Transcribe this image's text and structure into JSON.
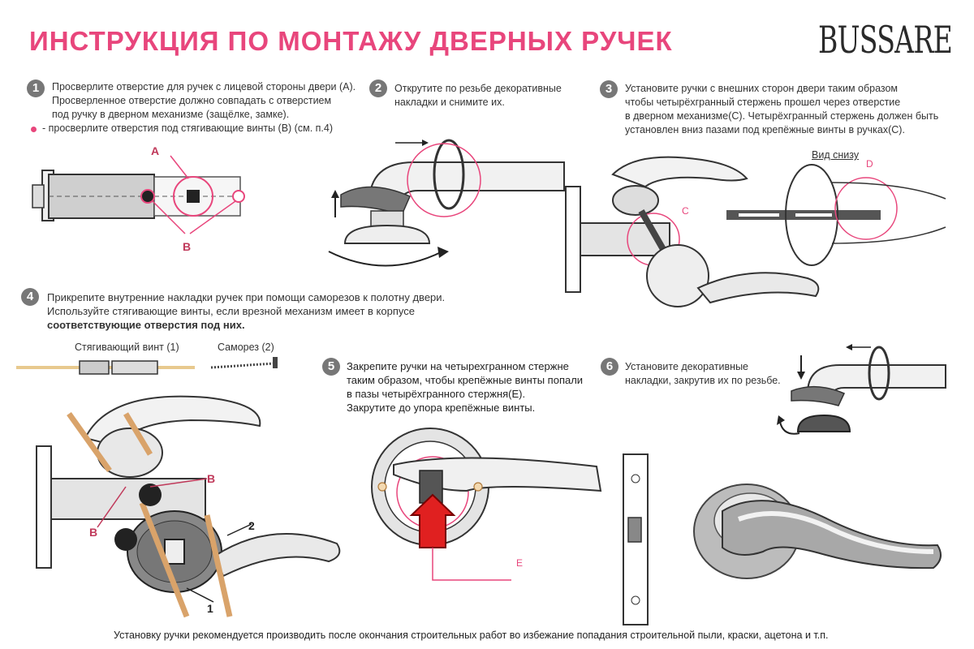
{
  "header": {
    "title": "ИНСТРУКЦИЯ ПО МОНТАЖУ ДВЕРНЫХ РУЧЕК",
    "brand": "BUSSARE"
  },
  "steps": [
    {
      "number": "1",
      "lines": [
        "Просверлите отверстие для ручек с лицевой стороны двери (A).",
        "Просверленное отверстие должно совпадать с отверстием",
        "под ручку в дверном механизме (защёлке, замке)."
      ],
      "note": "- просверлите отверстия под стягивающие винты (B) (см. п.4)"
    },
    {
      "number": "2",
      "lines": [
        "Открутите по резьбе декоративные",
        "накладки и снимите их."
      ]
    },
    {
      "number": "3",
      "lines": [
        "Установите ручки с внешних сторон двери таким образом",
        "чтобы четырёхгранный стержень прошел через отверстие",
        "в дверном механизме(C). Четырёхгранный стержень должен быть",
        "установлен вниз пазами под крепёжные винты в ручках(C)."
      ]
    },
    {
      "number": "4",
      "lines": [
        "Прикрепите внутренние накладки ручек при помощи саморезов к полотну двери.",
        "Используйте стягивающие винты, если врезной механизм имеет в корпусе",
        "соответствующие отверстия под них."
      ]
    },
    {
      "number": "5",
      "lines": [
        "Закрепите ручки на четырехгранном стержне",
        "таким образом, чтобы крепёжные винты попали",
        "в пазы четырёхгранного стержня(E).",
        "Закрутите до упора крепёжные винты."
      ]
    },
    {
      "number": "6",
      "lines": [
        "Установите декоративные",
        "накладки, закрутив их по резьбе."
      ]
    }
  ],
  "labels": {
    "a": "A",
    "b": "B",
    "c": "C",
    "d": "D",
    "e": "E",
    "one": "1",
    "two": "2",
    "bottom_view": "Вид снизу",
    "screw_tie": "Стягивающий винт (1)",
    "screw_self": "Саморез (2)"
  },
  "footer": "Установку ручки рекомендуется производить после окончания строительных работ во избежание попадания строительной пыли, краски, ацетона и т.п."
}
